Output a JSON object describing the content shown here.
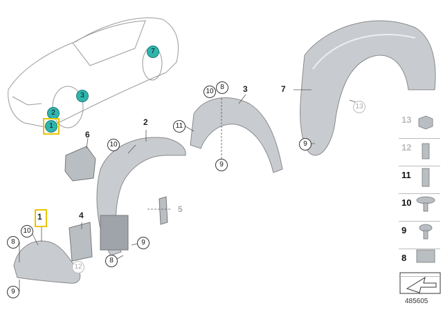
{
  "callouts": {
    "car": [
      "1",
      "2",
      "3",
      "7"
    ],
    "parts": {
      "p1": "1",
      "p2": "2",
      "p3": "3",
      "p4": "4",
      "p5": "5",
      "p6": "6",
      "p7": "7",
      "c10a": "10",
      "c8a": "8",
      "c9a": "9",
      "c11a": "11",
      "c9b": "9",
      "c10b": "10",
      "c9c": "9",
      "c8b": "8",
      "c12a": "12",
      "c10c": "10",
      "c8c": "8",
      "c9d": "9",
      "c13a": "13"
    }
  },
  "legend": [
    "13",
    "12",
    "11",
    "10",
    "9",
    "8"
  ],
  "doc_number": "485605",
  "colors": {
    "teal": "#2fb5ad",
    "highlight": "#e8c400",
    "part": "#c8ccd0"
  }
}
